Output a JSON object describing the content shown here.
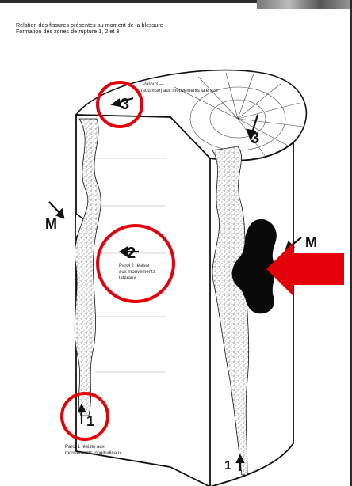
{
  "caption": {
    "line1": "Relation des fissures présentes au moment de la blessure",
    "line2": "Formation des zones de rupture 1, 2 et 3"
  },
  "labels": {
    "zone3_text_line1": "Paroi 3 —",
    "zone3_text_line2": "(soumise) aux mouvements latéraux",
    "zone3_top": "3",
    "zone3_right": "3",
    "zone2": "2",
    "zone2_text_line1": "Paroi 2 résiste",
    "zone2_text_line2": "aux mouvements",
    "zone2_text_line3": "latéraux",
    "zone1_left": "1",
    "zone1_right": "1",
    "zone1_text_line1": "Paroi 1 résiste aux",
    "zone1_text_line2": "mouvements longitudinaux",
    "m_left": "M",
    "m_right": "M"
  },
  "colors": {
    "annotation_red": "#e3000b",
    "ink": "#111111",
    "background": "#ffffff"
  }
}
